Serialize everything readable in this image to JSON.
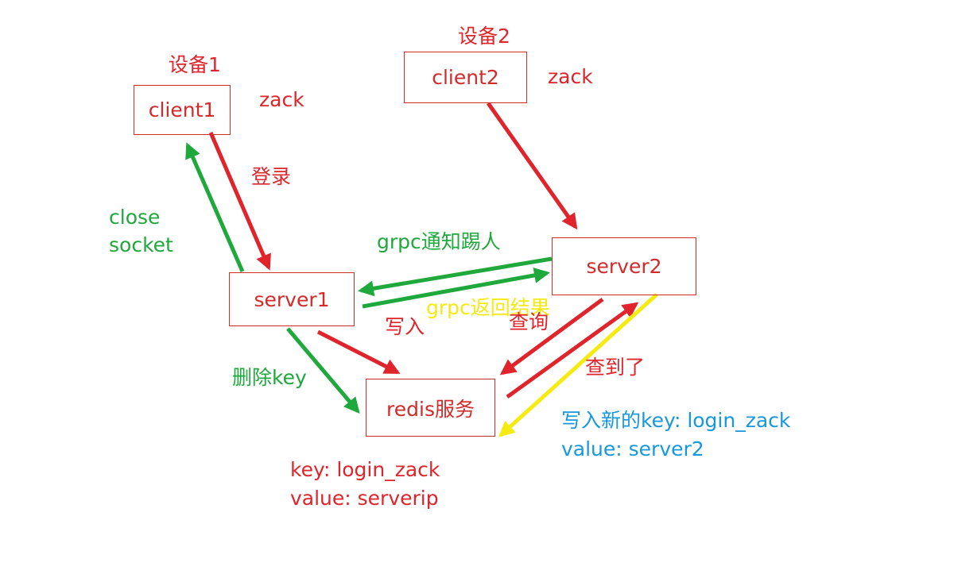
{
  "devices": {
    "device1_label": "设备1",
    "device2_label": "设备2"
  },
  "nodes": {
    "client1": "client1",
    "client2": "client2",
    "server1": "server1",
    "server2": "server2",
    "redis": "redis服务"
  },
  "users": {
    "user1": "zack",
    "user2": "zack"
  },
  "edge_labels": {
    "login": "登录",
    "close_socket_line1": "close",
    "close_socket_line2": "socket",
    "grpc_notify": "grpc通知踢人",
    "grpc_return": "grpc返回结果",
    "write": "写入",
    "query": "查询",
    "found": "查到了",
    "delete_key": "删除key"
  },
  "notes": {
    "server1_key": "key: login_zack",
    "server1_value": "value:  serverip",
    "server2_key": "写入新的key: login_zack",
    "server2_value": "value: server2"
  },
  "colors": {
    "red": "#e0242b",
    "green": "#1fa83c",
    "yellow": "#f5ea12",
    "blue": "#1598de",
    "box_border": "#d32a2a"
  }
}
